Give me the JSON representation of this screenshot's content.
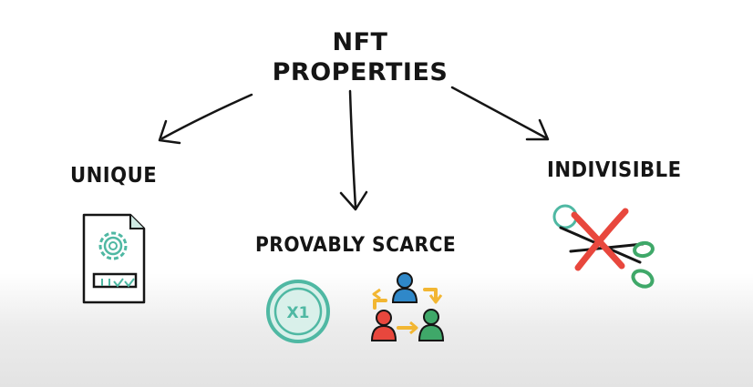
{
  "diagram": {
    "title_line1": "NFT",
    "title_line2": "PROPERTIES",
    "properties": [
      {
        "label": "UNIQUE",
        "icon": "gear-document-icon"
      },
      {
        "label": "PROVABLY SCARCE",
        "icons": [
          "x1-token-icon",
          "people-exchange-icon"
        ],
        "token_text": "X1"
      },
      {
        "label": "INDIVISIBLE",
        "icon": "crossed-scissors-icon"
      }
    ]
  },
  "colors": {
    "ink": "#151515",
    "teal": "#4fb8a3",
    "red": "#e8473d",
    "yellow": "#f2b632",
    "blue": "#2f88c9",
    "green": "#3fa869"
  }
}
